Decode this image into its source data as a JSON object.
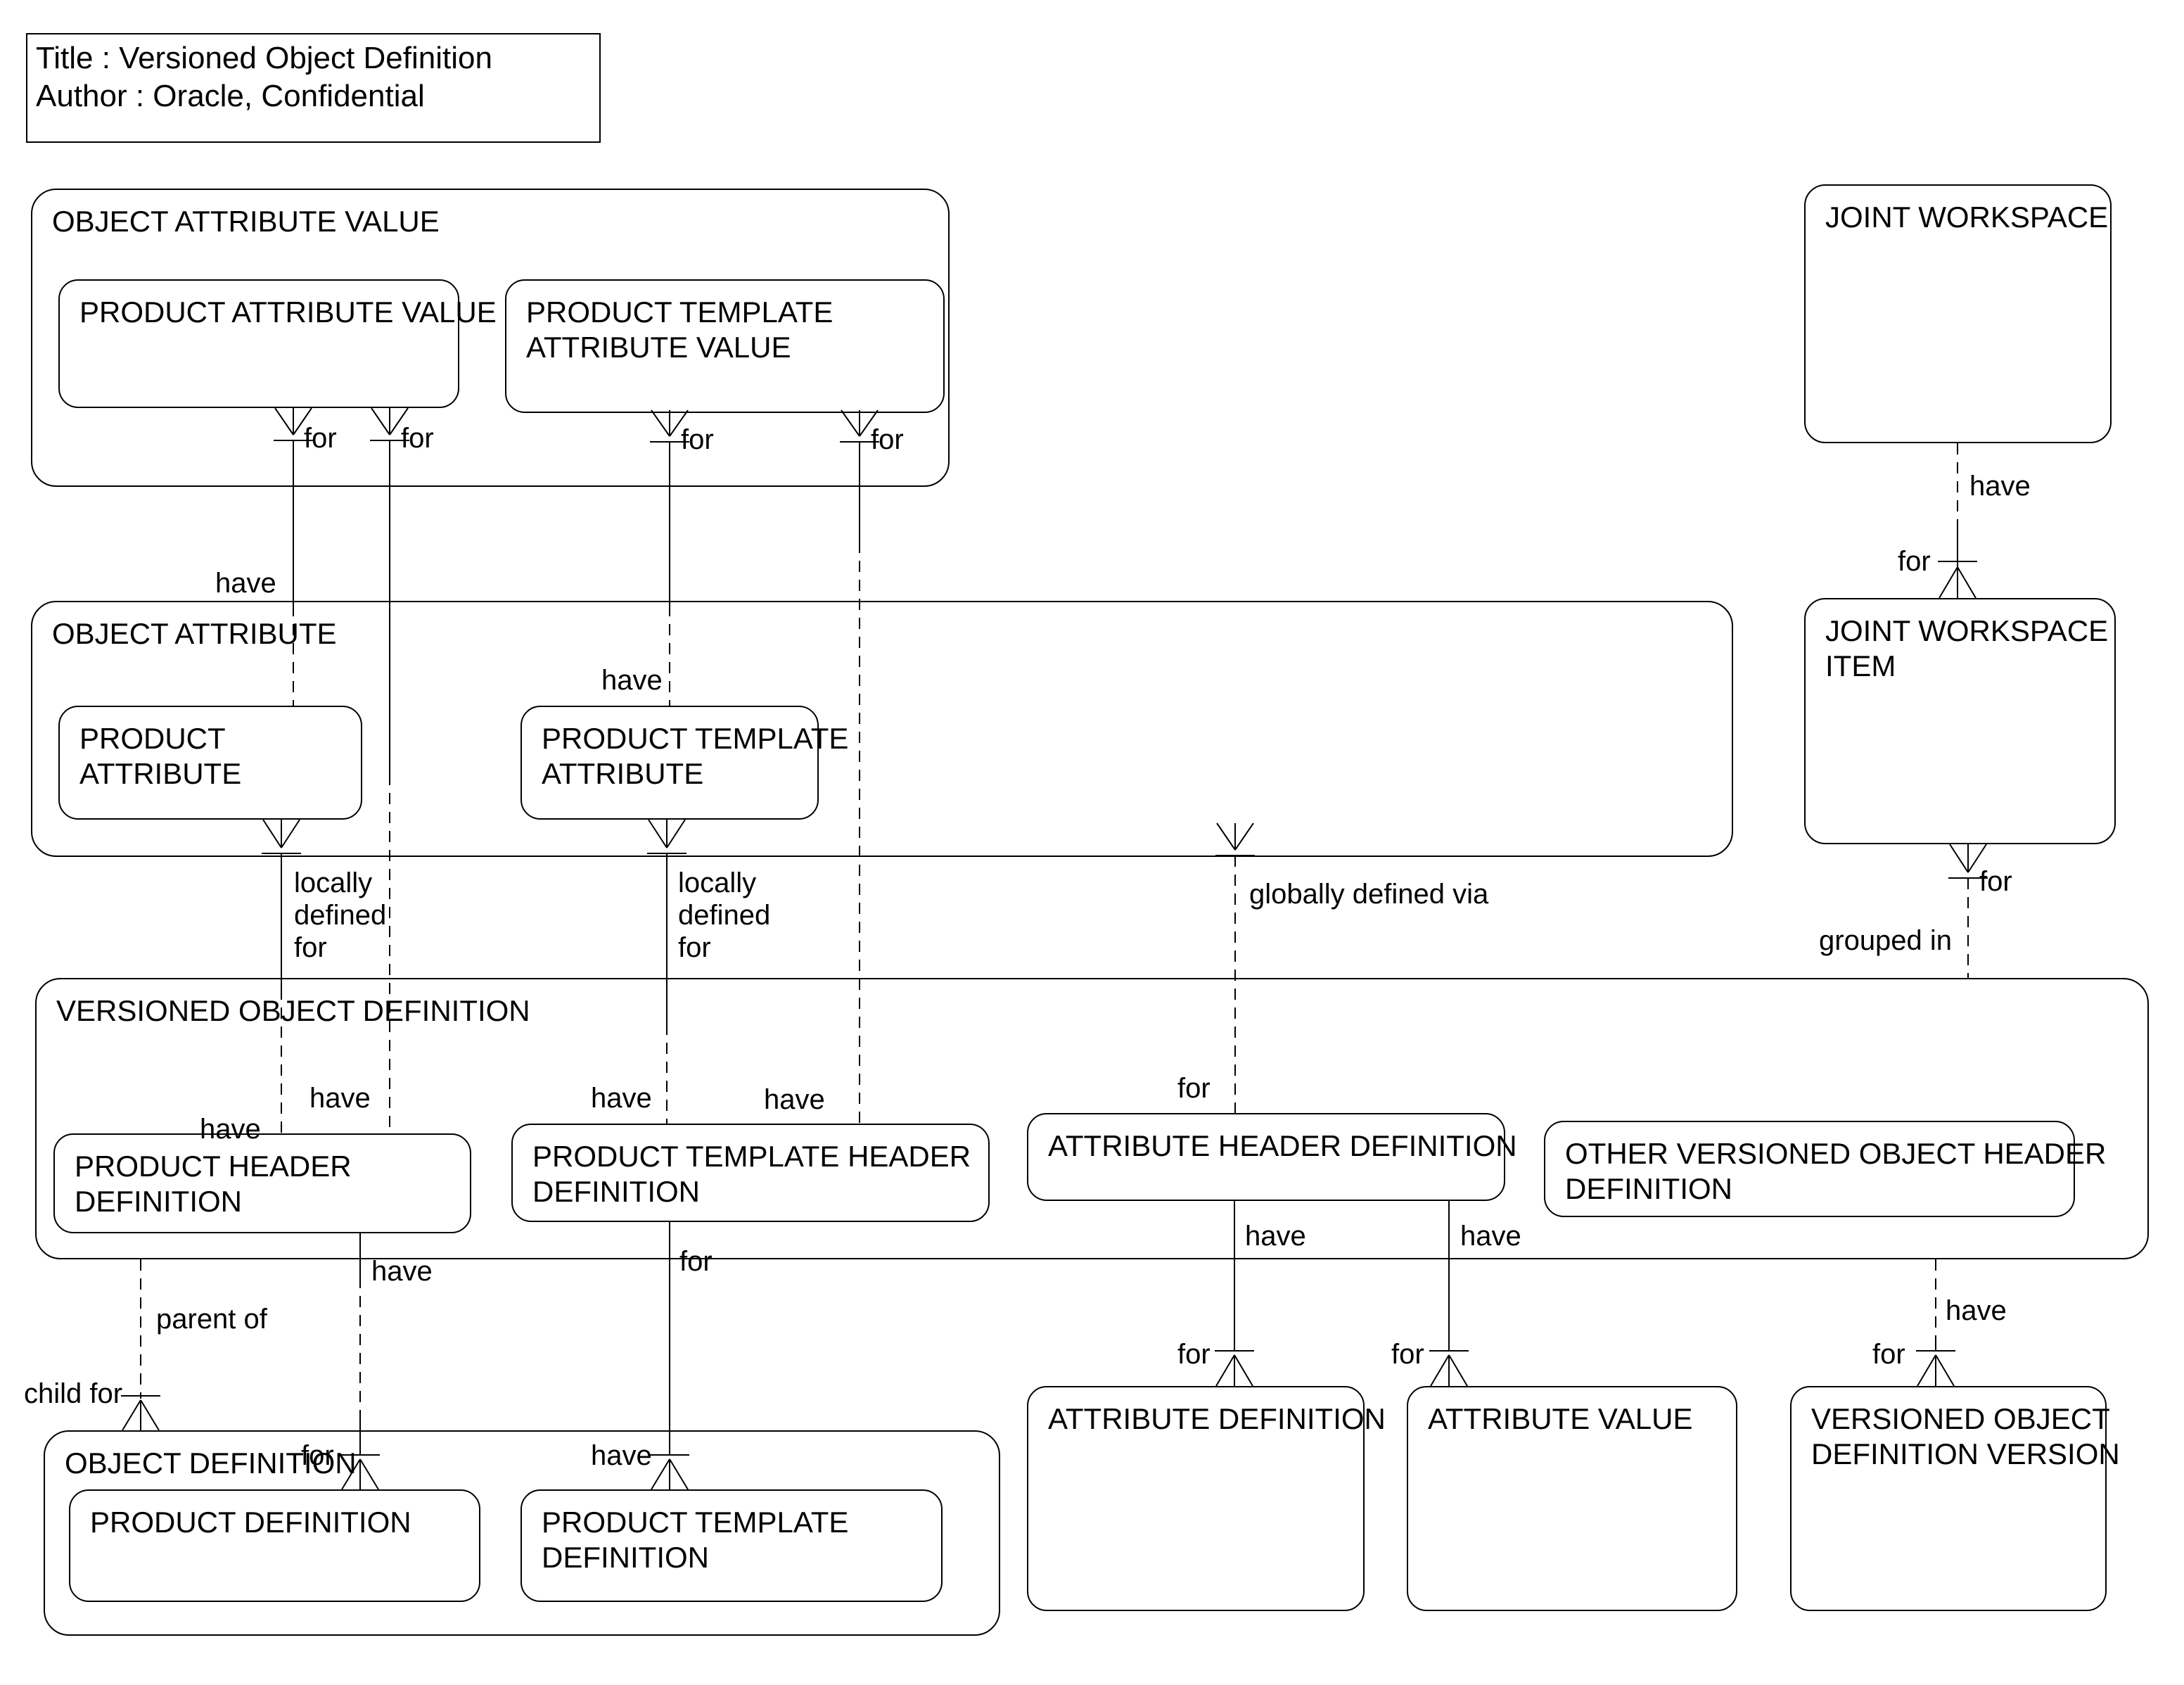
{
  "diagram": {
    "title": "Title : Versioned Object Definition",
    "author": "Author : Oracle, Confidential"
  },
  "colors": {
    "line": "#000000",
    "background": "#ffffff",
    "text": "#000000"
  },
  "entities": [
    {
      "id": "object-attribute-value",
      "lines": [
        "OBJECT ATTRIBUTE VALUE"
      ]
    },
    {
      "id": "product-attribute-value",
      "lines": [
        "PRODUCT ATTRIBUTE VALUE"
      ]
    },
    {
      "id": "product-template-attribute-value",
      "lines": [
        "PRODUCT TEMPLATE",
        "ATTRIBUTE VALUE"
      ]
    },
    {
      "id": "joint-workspace",
      "lines": [
        "JOINT WORKSPACE"
      ]
    },
    {
      "id": "object-attribute",
      "lines": [
        "OBJECT ATTRIBUTE"
      ]
    },
    {
      "id": "product-attribute",
      "lines": [
        "PRODUCT",
        "ATTRIBUTE"
      ]
    },
    {
      "id": "product-template-attribute",
      "lines": [
        "PRODUCT TEMPLATE",
        "ATTRIBUTE"
      ]
    },
    {
      "id": "joint-workspace-item",
      "lines": [
        "JOINT WORKSPACE",
        "ITEM"
      ]
    },
    {
      "id": "versioned-object-definition",
      "lines": [
        "VERSIONED OBJECT DEFINITION"
      ]
    },
    {
      "id": "product-header-definition",
      "lines": [
        "PRODUCT HEADER",
        "DEFINITION"
      ]
    },
    {
      "id": "product-template-header-definition",
      "lines": [
        "PRODUCT TEMPLATE HEADER",
        "DEFINITION"
      ]
    },
    {
      "id": "attribute-header-definition",
      "lines": [
        "ATTRIBUTE HEADER DEFINITION"
      ]
    },
    {
      "id": "other-versioned-object-header-definition",
      "lines": [
        "OTHER VERSIONED OBJECT HEADER",
        "DEFINITION"
      ]
    },
    {
      "id": "object-definition",
      "lines": [
        "OBJECT DEFINITION"
      ]
    },
    {
      "id": "product-definition",
      "lines": [
        "PRODUCT DEFINITION"
      ]
    },
    {
      "id": "product-template-definition",
      "lines": [
        "PRODUCT TEMPLATE",
        "DEFINITION"
      ]
    },
    {
      "id": "attribute-definition",
      "lines": [
        "ATTRIBUTE DEFINITION"
      ]
    },
    {
      "id": "attribute-value",
      "lines": [
        "ATTRIBUTE VALUE"
      ]
    },
    {
      "id": "versioned-object-definition-version",
      "lines": [
        "VERSIONED OBJECT",
        "DEFINITION VERSION"
      ]
    }
  ],
  "relationships": [
    {
      "id": "pav-pa",
      "from": "product-attribute-value",
      "to": "product-attribute",
      "from_label": "for",
      "to_label": "have"
    },
    {
      "id": "pav-phd",
      "from": "product-attribute-value",
      "to": "product-header-definition",
      "from_label": "for",
      "to_label": "have"
    },
    {
      "id": "ptav-pta",
      "from": "product-template-attribute-value",
      "to": "product-template-attribute",
      "from_label": "for",
      "to_label": "have"
    },
    {
      "id": "ptav-pthd",
      "from": "product-template-attribute-value",
      "to": "product-template-header-definition",
      "from_label": "for",
      "to_label": "have"
    },
    {
      "id": "pa-phd",
      "from": "product-attribute",
      "to": "product-header-definition",
      "from_label": "locally defined for",
      "to_label": "have"
    },
    {
      "id": "pta-pthd",
      "from": "product-template-attribute",
      "to": "product-template-header-definition",
      "from_label": "locally defined for",
      "to_label": "have"
    },
    {
      "id": "oa-ahd",
      "from": "object-attribute",
      "to": "attribute-header-definition",
      "from_label": "globally defined via",
      "to_label": "for"
    },
    {
      "id": "jw-jwi",
      "from": "joint-workspace",
      "to": "joint-workspace-item",
      "from_label": "have",
      "to_label": "for"
    },
    {
      "id": "jwi-vod",
      "from": "joint-workspace-item",
      "to": "versioned-object-definition",
      "from_label": "for",
      "to_label": "grouped in"
    },
    {
      "id": "vod-od",
      "from": "versioned-object-definition",
      "to": "object-definition",
      "from_label": "parent of",
      "to_label": "child for"
    },
    {
      "id": "phd-pd",
      "from": "product-header-definition",
      "to": "product-definition",
      "from_label": "have",
      "to_label": "for"
    },
    {
      "id": "pthd-ptd",
      "from": "product-template-header-definition",
      "to": "product-template-definition",
      "from_label": "for",
      "to_label": "have"
    },
    {
      "id": "ahd-ad",
      "from": "attribute-header-definition",
      "to": "attribute-definition",
      "from_label": "have",
      "to_label": "for"
    },
    {
      "id": "ahd-av",
      "from": "attribute-header-definition",
      "to": "attribute-value",
      "from_label": "have",
      "to_label": "for"
    },
    {
      "id": "vod-vodv",
      "from": "versioned-object-definition",
      "to": "versioned-object-definition-version",
      "from_label": "have",
      "to_label": "for"
    }
  ]
}
